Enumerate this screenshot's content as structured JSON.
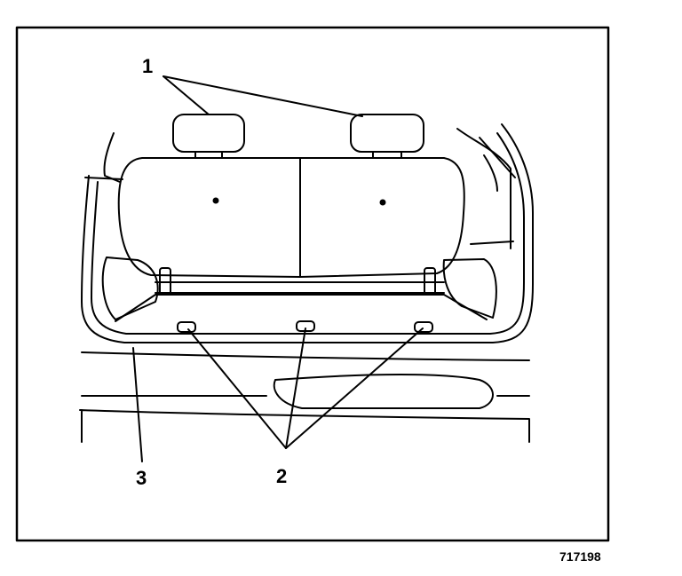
{
  "callouts": {
    "headrests": "1",
    "tie_down_anchors": "2",
    "cargo_floor_edge": "3"
  },
  "figure_number": "717198",
  "colors": {
    "ink": "#000000",
    "paper": "#ffffff"
  }
}
